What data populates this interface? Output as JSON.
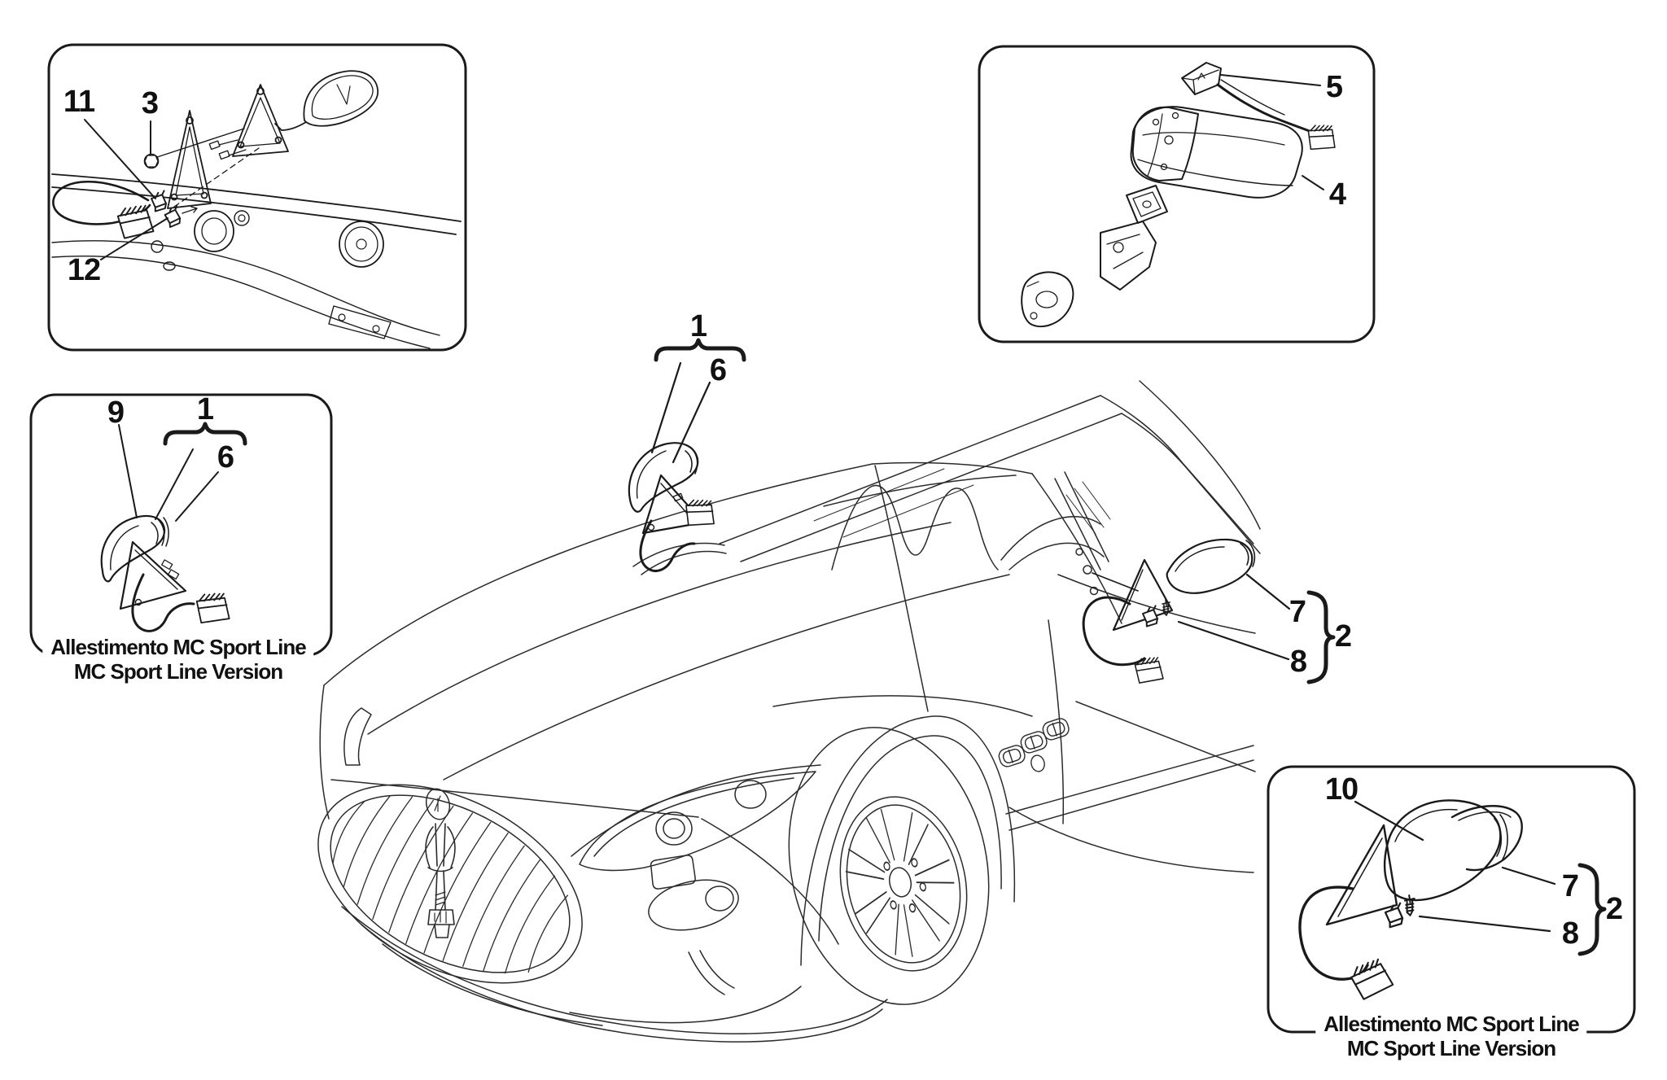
{
  "diagram": {
    "background": "#ffffff",
    "ink": "#1a1a1a",
    "main": {
      "callouts": {
        "c1": "1",
        "c6": "6",
        "c7": "7",
        "c2": "2",
        "c8": "8"
      }
    },
    "door_inset": {
      "callouts": {
        "c11": "11",
        "c3": "3",
        "c12": "12"
      }
    },
    "interior_mirror_inset": {
      "callouts": {
        "c5": "5",
        "c4": "4"
      }
    },
    "mc_sport_left_inset": {
      "caption_line1": "Allestimento MC Sport Line",
      "caption_line2": "MC Sport Line Version",
      "callouts": {
        "c9": "9",
        "c1": "1",
        "c6": "6"
      }
    },
    "mc_sport_right_inset": {
      "caption_line1": "Allestimento MC Sport Line",
      "caption_line2": "MC Sport Line Version",
      "callouts": {
        "c10": "10",
        "c7": "7",
        "c2": "2",
        "c8": "8"
      }
    }
  }
}
